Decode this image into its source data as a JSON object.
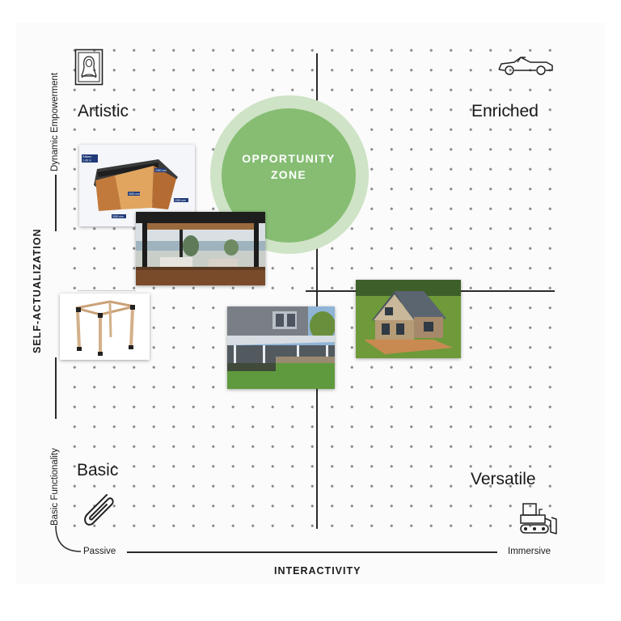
{
  "quadrants": {
    "top_left": "Artistic",
    "top_right": "Enriched",
    "bottom_left": "Basic",
    "bottom_right": "Versatile"
  },
  "zone": {
    "line1": "OPPORTUNITY",
    "line2": "ZONE"
  },
  "axes": {
    "x_title": "INTERACTIVITY",
    "x_low": "Passive",
    "x_high": "Immersive",
    "y_title": "SELF-ACTUALIZATION",
    "y_low": "Basic Functionality",
    "y_high": "Dynamic Empowerment"
  },
  "photo_labels": {
    "label_a": "Pattern",
    "label_b": "1.40 m",
    "label_c": "3030 mm",
    "label_d": "2030 mm",
    "label_e": "2030 mm",
    "label_f": "3030 mm"
  },
  "icons": [
    "mona-lisa-icon",
    "convertible-car-icon",
    "paperclip-icon",
    "bulldozer-icon"
  ],
  "colors": {
    "zone_outer": "#cfe3c6",
    "zone_inner": "#86bd73",
    "axis": "#2a2a2a"
  }
}
